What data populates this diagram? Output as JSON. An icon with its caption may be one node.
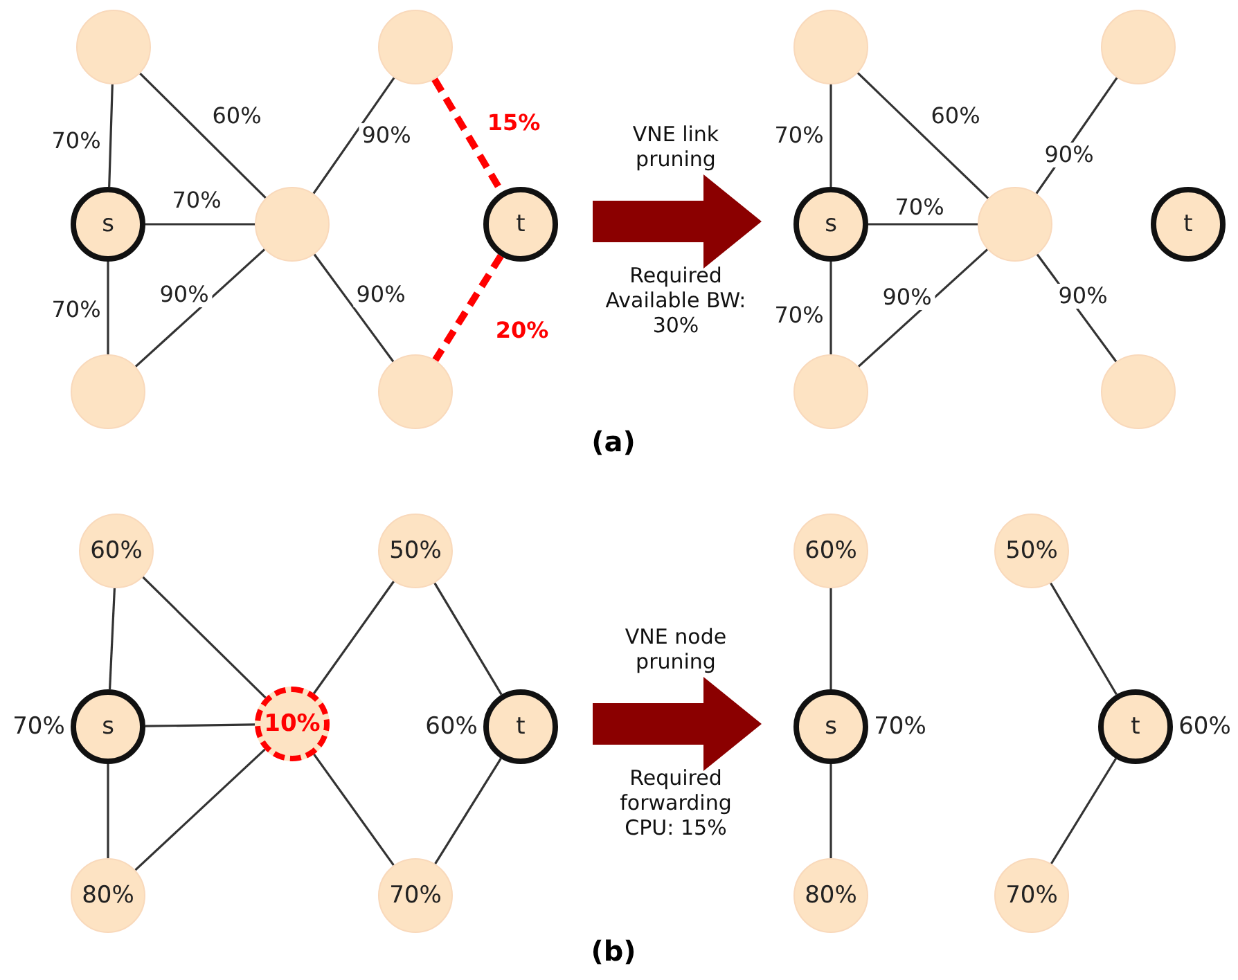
{
  "diagram": {
    "nodes": [
      {
        "text": [],
        "shape": "picture"
      },
      {
        "text": [],
        "shape": "circle",
        "in": 0
      },
      {
        "text": [
          "s"
        ],
        "in": 0
      },
      {
        "text": [],
        "shape": "circle",
        "in": 0
      },
      {
        "text": [],
        "shape": "circle",
        "in": 0
      },
      {
        "text": [],
        "shape": "circle",
        "in": 0
      },
      {
        "text": [
          "t"
        ],
        "in": 0
      },
      {
        "text": [],
        "shape": "circle",
        "in": 0
      },
      {
        "text": [],
        "shape": "picture"
      },
      {
        "text": [],
        "shape": "circle",
        "in": 8
      },
      {
        "text": [
          "s"
        ],
        "in": 8
      },
      {
        "text": [],
        "shape": "circle",
        "in": 8
      },
      {
        "text": [],
        "shape": "circle",
        "in": 8
      },
      {
        "text": [],
        "shape": "circle",
        "in": 8
      },
      {
        "text": [
          "t"
        ],
        "in": 8
      },
      {
        "text": [],
        "shape": "circle",
        "in": 8
      },
      {
        "text": [],
        "shape": "picture"
      },
      {
        "text": [
          "60%"
        ],
        "in": 16
      },
      {
        "text": [
          "s"
        ],
        "beside": [
          "70%"
        ],
        "in": 16
      },
      {
        "text": [
          "80%"
        ],
        "in": 16
      },
      {
        "text": [
          "10%"
        ],
        "in": 16
      },
      {
        "text": [
          "50%"
        ],
        "in": 16
      },
      {
        "text": [
          "t"
        ],
        "beside": [
          "60%"
        ],
        "in": 16
      },
      {
        "text": [
          "70%"
        ],
        "in": 16
      },
      {
        "text": [],
        "shape": "picture"
      },
      {
        "text": [
          "60%"
        ],
        "in": 24
      },
      {
        "text": [
          "s"
        ],
        "beside": [
          "70%"
        ],
        "in": 24
      },
      {
        "text": [
          "80%"
        ],
        "in": 24
      },
      {
        "text": [
          "50%"
        ],
        "in": 24
      },
      {
        "text": [
          "t"
        ],
        "beside": [
          "60%"
        ],
        "in": 24
      },
      {
        "text": [
          "70%"
        ],
        "in": 24
      }
    ],
    "edges": [
      {
        "from": 1,
        "to": 2,
        "arrow": "none",
        "label": "70%"
      },
      {
        "from": 1,
        "to": 4,
        "arrow": "none",
        "label": "60%"
      },
      {
        "from": 2,
        "to": 4,
        "arrow": "none",
        "label": "70%"
      },
      {
        "from": 2,
        "to": 3,
        "arrow": "none",
        "label": "70%"
      },
      {
        "from": 3,
        "to": 4,
        "arrow": "none",
        "label": "90%"
      },
      {
        "from": 4,
        "to": 5,
        "arrow": "none",
        "label": "90%"
      },
      {
        "from": 4,
        "to": 7,
        "arrow": "none",
        "label": "90%"
      },
      {
        "from": 5,
        "to": 6,
        "arrow": "none",
        "label": "15%",
        "style": "dashed",
        "color": "#ff0000"
      },
      {
        "from": 6,
        "to": 7,
        "arrow": "none",
        "label": "20%",
        "style": "dashed",
        "color": "#ff0000"
      },
      {
        "from": 9,
        "to": 10,
        "arrow": "none",
        "label": "70%"
      },
      {
        "from": 9,
        "to": 12,
        "arrow": "none",
        "label": "60%"
      },
      {
        "from": 10,
        "to": 12,
        "arrow": "none",
        "label": "70%"
      },
      {
        "from": 10,
        "to": 11,
        "arrow": "none",
        "label": "70%"
      },
      {
        "from": 11,
        "to": 12,
        "arrow": "none",
        "label": "90%"
      },
      {
        "from": 12,
        "to": 13,
        "arrow": "none",
        "label": "90%"
      },
      {
        "from": 12,
        "to": 15,
        "arrow": "none",
        "label": "90%"
      },
      {
        "from": 17,
        "to": 18,
        "arrow": "none"
      },
      {
        "from": 17,
        "to": 20,
        "arrow": "none"
      },
      {
        "from": 18,
        "to": 20,
        "arrow": "none"
      },
      {
        "from": 18,
        "to": 19,
        "arrow": "none"
      },
      {
        "from": 19,
        "to": 20,
        "arrow": "none"
      },
      {
        "from": 20,
        "to": 21,
        "arrow": "none"
      },
      {
        "from": 20,
        "to": 23,
        "arrow": "none"
      },
      {
        "from": 21,
        "to": 22,
        "arrow": "none"
      },
      {
        "from": 22,
        "to": 23,
        "arrow": "none"
      },
      {
        "from": 25,
        "to": 26,
        "arrow": "none"
      },
      {
        "from": 26,
        "to": 27,
        "arrow": "none"
      },
      {
        "from": 28,
        "to": 29,
        "arrow": "none"
      },
      {
        "from": 29,
        "to": 30,
        "arrow": "none"
      },
      {
        "from": 0,
        "to": 8,
        "arrow": "to",
        "style": "thick",
        "color": "#8b0000"
      },
      {
        "from": 16,
        "to": 24,
        "arrow": "to",
        "style": "thick",
        "color": "#8b0000"
      }
    ],
    "labels": [
      "VNE link pruning",
      "Required Available BW: 30%",
      "(a)",
      "VNE node pruning",
      "Required forwarding CPU: 15%",
      "(b)"
    ]
  }
}
